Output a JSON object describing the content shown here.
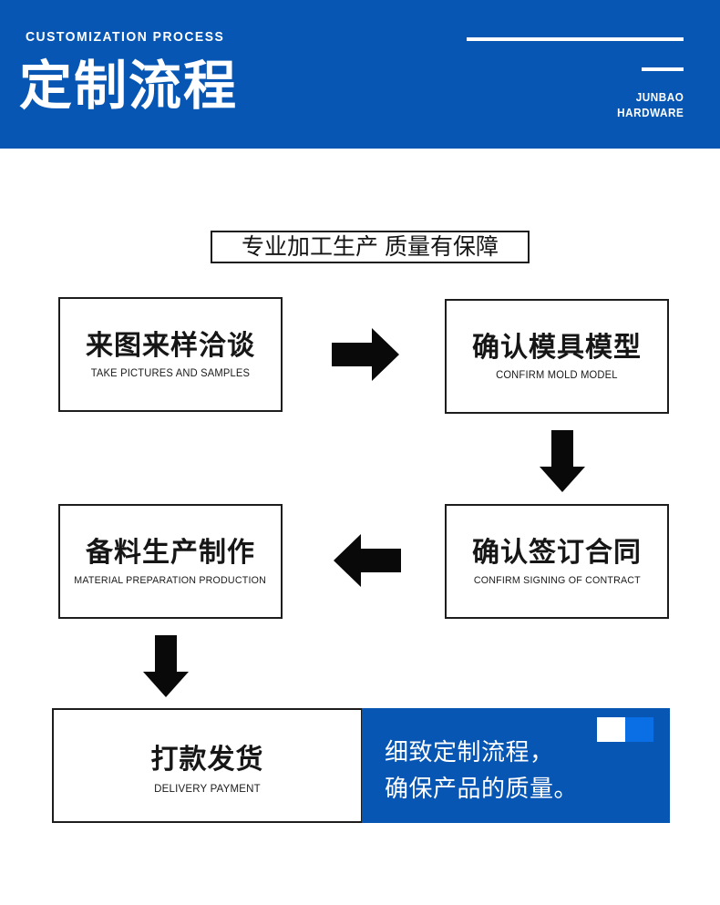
{
  "header": {
    "eyebrow": "CUSTOMIZATION PROCESS",
    "title": "定制流程",
    "brand_line1": "JUNBAO",
    "brand_line2": "HARDWARE",
    "background_color": "#0756b3",
    "text_color": "#ffffff"
  },
  "banner": {
    "text": "专业加工生产 质量有保障"
  },
  "steps": [
    {
      "id": "step-1",
      "cn": "来图来样洽谈",
      "en": "TAKE PICTURES AND SAMPLES"
    },
    {
      "id": "step-2",
      "cn": "确认模具模型",
      "en": "CONFIRM MOLD MODEL"
    },
    {
      "id": "step-3",
      "cn": "确认签订合同",
      "en": "CONFIRM SIGNING OF CONTRACT"
    },
    {
      "id": "step-4",
      "cn": "备料生产制作",
      "en": "MATERIAL PREPARATION PRODUCTION"
    },
    {
      "id": "step-5",
      "cn": "打款发货",
      "en": "DELIVERY PAYMENT"
    }
  ],
  "arrows": [
    {
      "id": "arrow-1",
      "direction": "right",
      "from": "step-1",
      "to": "step-2"
    },
    {
      "id": "arrow-2",
      "direction": "down",
      "from": "step-2",
      "to": "step-3"
    },
    {
      "id": "arrow-3",
      "direction": "left",
      "from": "step-3",
      "to": "step-4"
    },
    {
      "id": "arrow-4",
      "direction": "down",
      "from": "step-4",
      "to": "step-5"
    }
  ],
  "callout": {
    "text": "细致定制流程，\n确保产品的质量。",
    "background_color": "#0756b3",
    "accent_color": "#0a6fe4"
  }
}
